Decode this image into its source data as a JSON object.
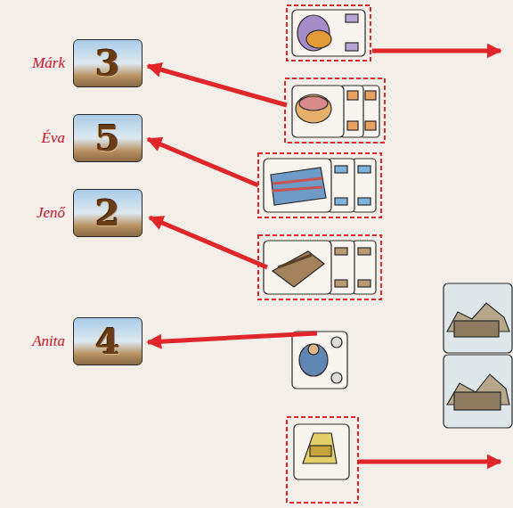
{
  "diagram": {
    "nodes": [
      {
        "text": [
          "Márk",
          "3"
        ]
      },
      {
        "text": [
          "Éva",
          "5"
        ]
      },
      {
        "text": [
          "Jenő",
          "2"
        ]
      },
      {
        "text": [
          "Anita",
          "4"
        ]
      }
    ]
  }
}
